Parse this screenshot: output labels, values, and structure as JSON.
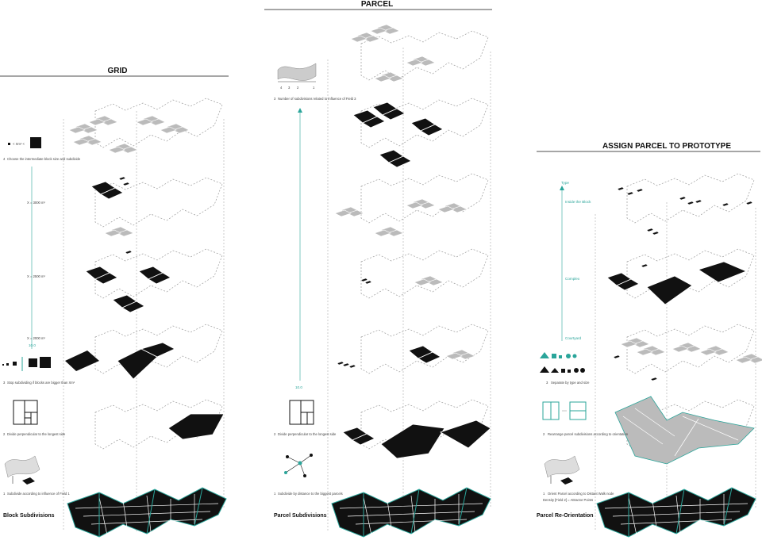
{
  "panels": {
    "grid": {
      "title": "GRID",
      "caption": "Block Subdivisions",
      "steps": [
        {
          "num": "1",
          "text": "Subdivide according to influence of Field 1"
        },
        {
          "num": "2",
          "text": "Divide perpendicular to the longest side"
        },
        {
          "num": "3",
          "text": "Stop subdividing if blocks are bigger than Xm²"
        },
        {
          "num": "4",
          "text": "Choose the intermediate block size and subdivide"
        }
      ],
      "size_notes": [
        "X = 3000 m²",
        "X = 2500 m²",
        "X = 2000 m²"
      ],
      "range_label": "< Xm² <",
      "arrow_value": "10.0"
    },
    "parcel": {
      "title": "PARCEL",
      "caption": "Parcel Subdivisions",
      "steps": [
        {
          "num": "1",
          "text": "Subdivide by distance to the biggest parcels"
        },
        {
          "num": "2",
          "text": "Divide perpendicular to the longest side"
        },
        {
          "num": "3",
          "text": "Number of subdivisions related to influence of Field 3"
        }
      ],
      "gradient_ticks": [
        "4",
        "3",
        "2",
        "1"
      ],
      "arrow_value": "10.0"
    },
    "assign": {
      "title": "ASSIGN PARCEL TO PROTOTYPE",
      "caption": "Parcel Re-Orientation",
      "steps": [
        {
          "num": "1",
          "text": "Orient Parcel according to Distant Walk node"
        },
        {
          "num": "2",
          "text": "Rearrange parcel subdivisions according to orientation"
        },
        {
          "num": "3",
          "text": "Separate by type and size"
        }
      ],
      "density_note": "Density [Field 2] = Attractor Points",
      "type_labels": [
        "Type",
        "Inside the Block",
        "Complex",
        "Courtyard"
      ]
    }
  },
  "colors": {
    "accent": "#2aa59a",
    "dark": "#111111",
    "light": "#bbbbbb"
  }
}
